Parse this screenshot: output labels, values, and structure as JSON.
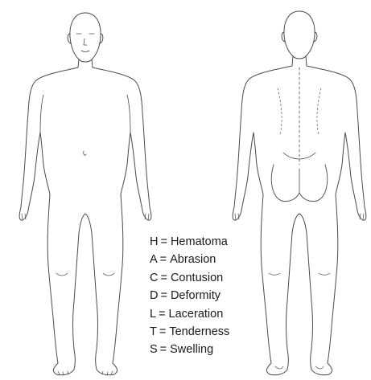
{
  "legend": {
    "items": [
      {
        "code": "H",
        "label": "Hematoma"
      },
      {
        "code": "A",
        "label": "Abrasion"
      },
      {
        "code": "C",
        "label": "Contusion"
      },
      {
        "code": "D",
        "label": "Deformity"
      },
      {
        "code": "L",
        "label": "Laceration"
      },
      {
        "code": "T",
        "label": "Tenderness"
      },
      {
        "code": "S",
        "label": "Swelling"
      }
    ],
    "separator": "="
  },
  "colors": {
    "line": "#4a4a4a",
    "background": "#ffffff"
  }
}
